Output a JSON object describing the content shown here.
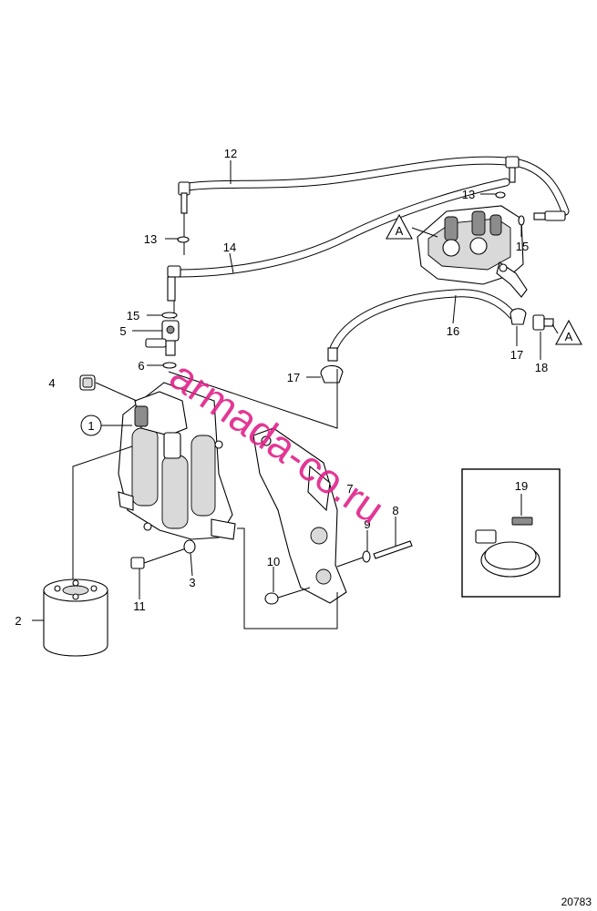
{
  "callouts": {
    "c1": "1",
    "c2": "2",
    "c3": "3",
    "c4": "4",
    "c5": "5",
    "c6": "6",
    "c7": "7",
    "c8": "8",
    "c9": "9",
    "c10": "10",
    "c11": "11",
    "c12": "12",
    "c13a": "13",
    "c13b": "13",
    "c14": "14",
    "c15a": "15",
    "c15b": "15",
    "c16": "16",
    "c17a": "17",
    "c17b": "17",
    "c18": "18",
    "c19": "19"
  },
  "refs": {
    "refA1": "A",
    "refA2": "A"
  },
  "watermark": "armada-co.ru",
  "drawing_number": "20783",
  "colors": {
    "line": "#000000",
    "watermark": "#e0218a",
    "background": "#ffffff"
  }
}
